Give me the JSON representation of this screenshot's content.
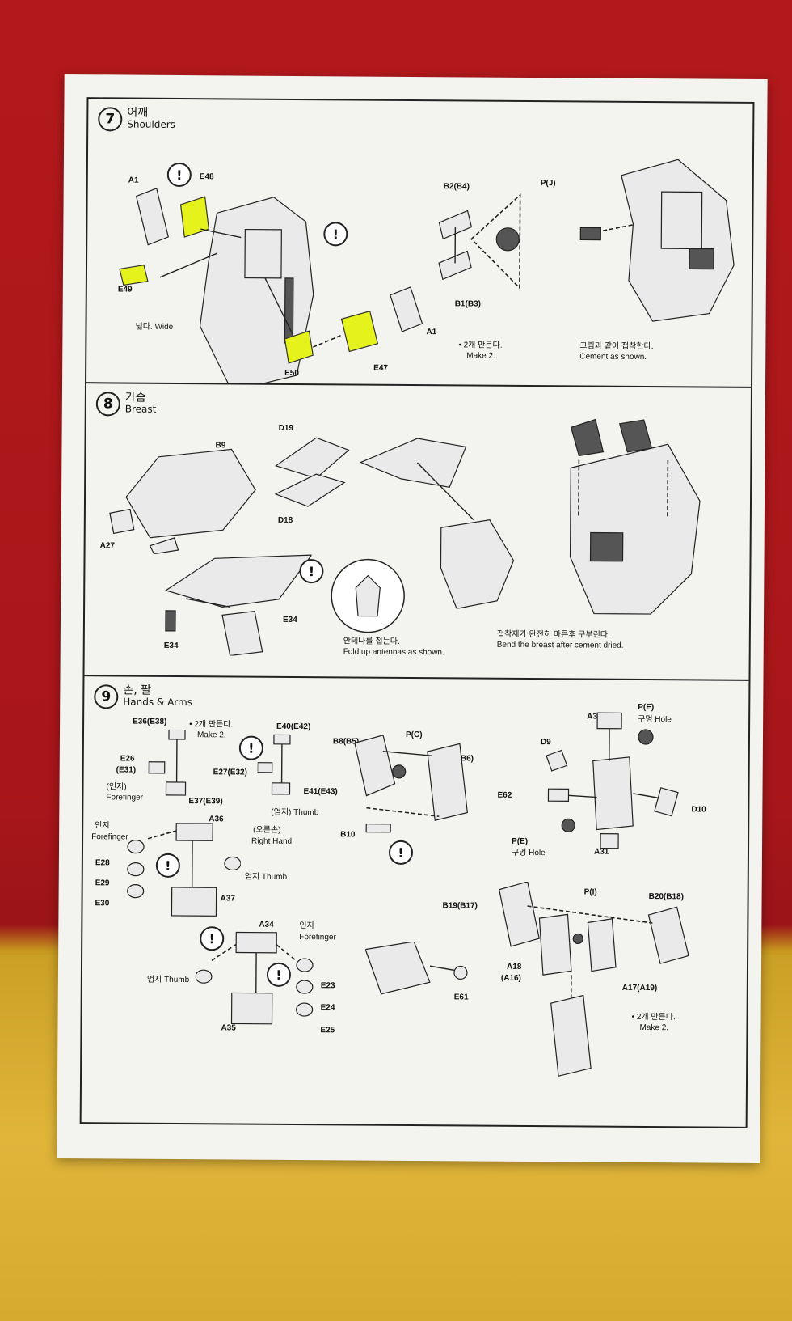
{
  "steps": [
    {
      "number": "7",
      "title_ko": "어깨",
      "title_en": "Shoulders",
      "labels": {
        "a1_top": "A1",
        "e48": "E48",
        "e49": "E49",
        "wide": "넓다. Wide",
        "e50": "E50",
        "e47": "E47",
        "a1_right": "A1",
        "b2b4": "B2(B4)",
        "pj": "P(J)",
        "b1b3": "B1(B3)"
      },
      "notes": {
        "make2_ko": "• 2개 만든다.",
        "make2_en": "Make 2.",
        "cement_ko": "그림과 같이 접착한다.",
        "cement_en": "Cement as shown."
      }
    },
    {
      "number": "8",
      "title_ko": "가슴",
      "title_en": "Breast",
      "labels": {
        "b9": "B9",
        "d19": "D19",
        "d18": "D18",
        "a27": "A27",
        "e34_a": "E34",
        "e34_b": "E34"
      },
      "notes": {
        "antenna_ko": "안테나를 접는다.",
        "antenna_en": "Fold up antennas as shown.",
        "bend_ko": "접착제가 완전히 마른후 구부린다.",
        "bend_en": "Bend the breast after cement dried."
      }
    },
    {
      "number": "9",
      "title_ko": "손, 팔",
      "title_en": "Hands & Arms",
      "labels": {
        "e36e38": "E36(E38)",
        "make2_ko": "• 2개 만든다.",
        "make2_en": "Make 2.",
        "e26": "E26",
        "e31": "(E31)",
        "forefinger_ko1": "(인지)",
        "forefinger_en1": "Forefinger",
        "e37e39": "E37(E39)",
        "e40e42": "E40(E42)",
        "e27e32": "E27(E32)",
        "e41e43": "E41(E43)",
        "thumb1": "(엄지) Thumb",
        "right_hand_ko": "(오른손)",
        "right_hand_en": "Right Hand",
        "forefinger_ko2": "인지",
        "forefinger_en2": "Forefinger",
        "a36": "A36",
        "e28": "E28",
        "e29": "E29",
        "e30": "E30",
        "thumb2": "엄지 Thumb",
        "a37": "A37",
        "b8b5": "B8(B5)",
        "pc": "P(C)",
        "b7b6": "B7(B6)",
        "b10": "B10",
        "a32": "A32",
        "pe1": "P(E)",
        "hole1": "구멍 Hole",
        "d9": "D9",
        "e62": "E62",
        "d10": "D10",
        "pe2": "P(E)",
        "hole2": "구멍 Hole",
        "a31": "A31",
        "a34": "A34",
        "forefinger_ko3": "인지",
        "forefinger_en3": "Forefinger",
        "thumb3": "엄지 Thumb",
        "e23": "E23",
        "e24": "E24",
        "a35": "A35",
        "e25": "E25",
        "e61": "E61",
        "pi": "P(I)",
        "b19b17": "B19(B17)",
        "b20b18": "B20(B18)",
        "a18": "A18",
        "a16": "(A16)",
        "a17a19": "A17(A19)",
        "make2b_ko": "• 2개 만든다.",
        "make2b_en": "Make 2."
      }
    }
  ],
  "icons": {
    "warning": "!"
  },
  "colors": {
    "highlight": "#e5f21c",
    "sheet": "#f3f3f0",
    "backdrop": "#b3191c",
    "table": "#d6aa2e"
  }
}
